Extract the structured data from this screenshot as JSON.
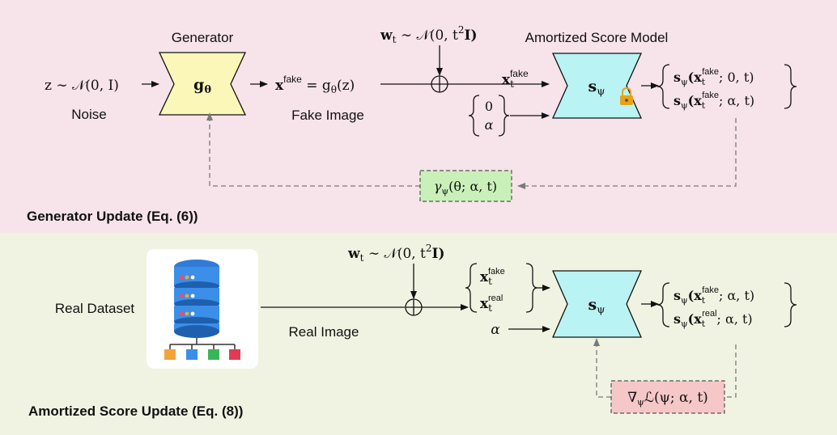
{
  "colors": {
    "top_panel_bg": "#f7e3ea",
    "bottom_panel_bg": "#f1f3e2",
    "generator_fill": "#fbf7b9",
    "score_model_fill": "#b9f3f4",
    "generator_loss_fill": "#c9f0b9",
    "score_loss_fill": "#f6c7c7",
    "dashed_line": "#7a7a7a",
    "lock": "#e7a21c"
  },
  "top": {
    "generator_title": "Generator",
    "generator_symbol": "g",
    "generator_symbol_sub": "θ",
    "noise_input": "z ∼ 𝒩(0, I)",
    "noise_label": "Noise",
    "fake_output": "x",
    "fake_output_sup": "fake",
    "fake_output_rhs": " = g",
    "fake_output_rhs_sub": "θ",
    "fake_output_rhs_tail": "(z)",
    "fake_image_label": "Fake Image",
    "noise_term": "w",
    "noise_term_sub": "t",
    "noise_term_dist": " ∼ 𝒩(0, t",
    "noise_term_pow": "2",
    "noise_term_tail": "I)",
    "xt_fake": "x",
    "xt_fake_sub": "t",
    "xt_fake_sup": "fake",
    "alpha_set_top": "0",
    "alpha_set_bottom": "α",
    "score_model_title": "Amortized Score Model",
    "score_symbol": "s",
    "score_symbol_sub": "ψ",
    "out_line1_a": "s",
    "out_line1_sub": "ψ",
    "out_line1_b": "(x",
    "out_line1_xsub": "t",
    "out_line1_xsup": "fake",
    "out_line1_c": "; 0, t)",
    "out_line2_a": "s",
    "out_line2_sub": "ψ",
    "out_line2_b": "(x",
    "out_line2_xsub": "t",
    "out_line2_xsup": "fake",
    "out_line2_c": "; α, t)",
    "gen_loss_a": "γ",
    "gen_loss_sub": "ψ",
    "gen_loss_b": "(θ; α, t)",
    "section_label": "Generator Update (Eq. (6))"
  },
  "bottom": {
    "dataset_label": "Real Dataset",
    "real_image_label": "Real Image",
    "noise_term": "w",
    "noise_term_sub": "t",
    "noise_term_dist": " ∼ 𝒩(0, t",
    "noise_term_pow": "2",
    "noise_term_tail": "I)",
    "in_fake": "x",
    "in_fake_sub": "t",
    "in_fake_sup": "fake",
    "in_real": "x",
    "in_real_sub": "t",
    "in_real_sup": "real",
    "alpha": "α",
    "score_symbol": "s",
    "score_symbol_sub": "ψ",
    "out_line1_a": "s",
    "out_line1_sub": "ψ",
    "out_line1_b": "(x",
    "out_line1_xsub": "t",
    "out_line1_xsup": "fake",
    "out_line1_c": "; α, t)",
    "out_line2_a": "s",
    "out_line2_sub": "ψ",
    "out_line2_b": "(x",
    "out_line2_xsub": "t",
    "out_line2_xsup": "real",
    "out_line2_c": "; α, t)",
    "score_loss_a": "∇",
    "score_loss_sub": "ψ",
    "score_loss_b": "ℒ(ψ; α, t)",
    "section_label": "Amortized Score Update (Eq. (8))"
  }
}
